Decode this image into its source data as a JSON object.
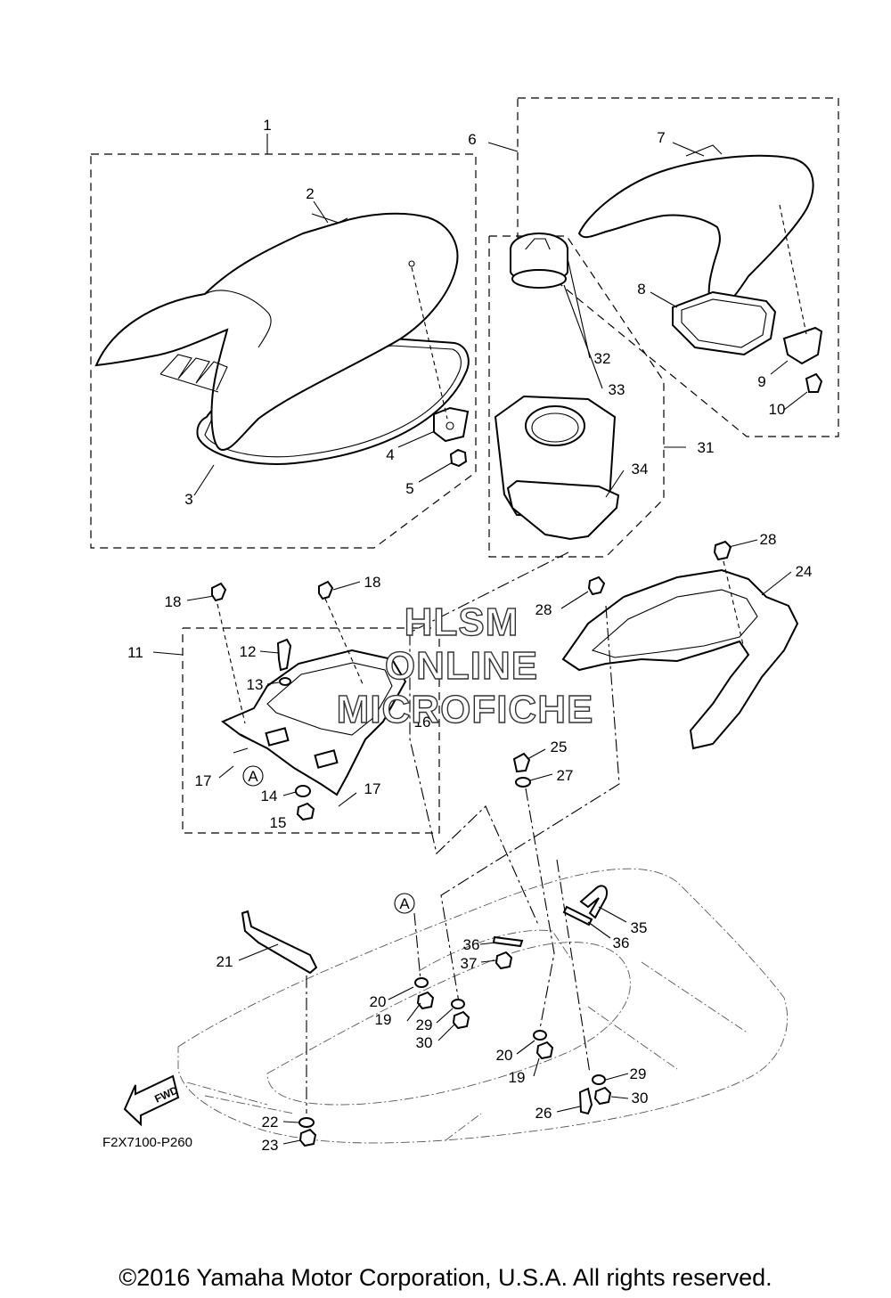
{
  "labels": {
    "n1": "1",
    "n2": "2",
    "n3": "3",
    "n4": "4",
    "n5": "5",
    "n6": "6",
    "n7": "7",
    "n8": "8",
    "n9": "9",
    "n10": "10",
    "n11": "11",
    "n12": "12",
    "n13": "13",
    "n14": "14",
    "n15": "15",
    "n16": "16",
    "n17a": "17",
    "n17b": "17",
    "n18a": "18",
    "n18b": "18",
    "n19a": "19",
    "n19b": "19",
    "n20a": "20",
    "n20b": "20",
    "n21": "21",
    "n22": "22",
    "n23": "23",
    "n24": "24",
    "n25": "25",
    "n26": "26",
    "n27": "27",
    "n28a": "28",
    "n28b": "28",
    "n29a": "29",
    "n29b": "29",
    "n30a": "30",
    "n30b": "30",
    "n31": "31",
    "n32": "32",
    "n33": "33",
    "n34": "34",
    "n35": "35",
    "n36a": "36",
    "n36b": "36",
    "n37": "37"
  },
  "ref_mark_a1": "A",
  "ref_mark_a2": "A",
  "fwd_label": "FWD",
  "figure_code": "F2X7100-P260",
  "watermark": [
    "HLSM",
    "ONLINE",
    "MICROFICHE"
  ],
  "copyright": "©2016 Yamaha Motor Corporation, U.S.A. All rights reserved."
}
